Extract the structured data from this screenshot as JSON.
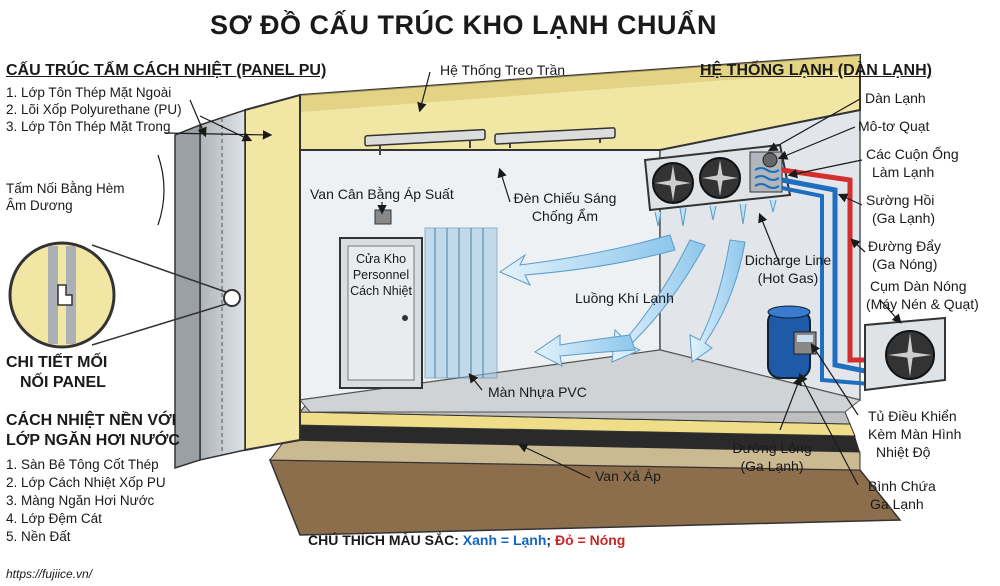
{
  "title": "SƠ ĐỒ CẤU TRÚC KHO LẠNH CHUẨN",
  "panel": {
    "heading": "CẤU TRÚC TẤM CÁCH NHIỆT (PANEL PU)",
    "items": [
      "1. Lớp Tôn Thép Mặt Ngoài",
      "2. Lõi Xốp Polyurethane (PU)",
      "3. Lớp Tôn Thép Mặt Trong"
    ],
    "joint_label_1": "Tấm Nối Bằng Hèm",
    "joint_label_2": "Âm Dương",
    "detail_1": "CHI TIẾT MỐI",
    "detail_2": "NỐI PANEL"
  },
  "floor": {
    "heading_1": "CÁCH NHIỆT NỀN VỚI",
    "heading_2": "LỚP NGĂN HƠI NƯỚC",
    "items": [
      "1. Sàn Bê Tông Cốt Thép",
      "2. Lớp Cách Nhiệt Xốp PU",
      "3. Màng Ngăn Hơi Nước",
      "4. Lớp Đệm Cát",
      "5. Nền Đất"
    ]
  },
  "labels": {
    "ceiling": "Hệ Thống Treo Trần",
    "valve": "Van Cân Bằng Áp Suất",
    "light_1": "Đèn Chiếu Sáng",
    "light_2": "Chống Ẩm",
    "door_1": "Cửa Kho",
    "door_2": "Personnel",
    "door_3": "Cách Nhiệt",
    "airflow": "Luồng Khí Lạnh",
    "curtain": "Màn Nhựa PVC",
    "relief": "Van Xả Áp"
  },
  "system": {
    "heading": "HỆ THỐNG LẠNH (DÀN LẠNH)",
    "evaporator": "Dàn Lạnh",
    "fan_motor": "Mô-tơ Quạt",
    "coils_1": "Các Cuộn Ống",
    "coils_2": "Làm Lạnh",
    "suction_1": "Sường Hồi",
    "suction_2": "(Ga Lạnh)",
    "discharge_1": "Đường Đẩy",
    "discharge_2": "(Ga Nóng)",
    "condenser_1": "Cụm Dàn Nóng",
    "condenser_2": "(Máy Nén & Quạt)",
    "hotgas_1": "Dicharge Line",
    "hotgas_2": "(Hot Gas)",
    "control_1": "Tủ Điều Khiển",
    "control_2": "Kèm Màn Hình",
    "control_3": "Nhiệt Độ",
    "liquid_1": "Đường Lỏng",
    "liquid_2": "(Ga Lạnh)",
    "receiver_1": "Bình Chứa",
    "receiver_2": "Ga Lạnh"
  },
  "legend": {
    "prefix": "CHÚ THÍCH MÀU SẮC:",
    "cold": "Xanh = Lạnh",
    "sep": ";",
    "hot": "Đỏ = Nóng"
  },
  "source": "https://fujiice.vn/",
  "colors": {
    "panel_yellow": "#f2e6a4",
    "cold_blue": "#1e6fc0",
    "hot_red": "#d32f2f",
    "steel_gray": "#c7ccd1",
    "air_blue": "#a9d4f0"
  }
}
